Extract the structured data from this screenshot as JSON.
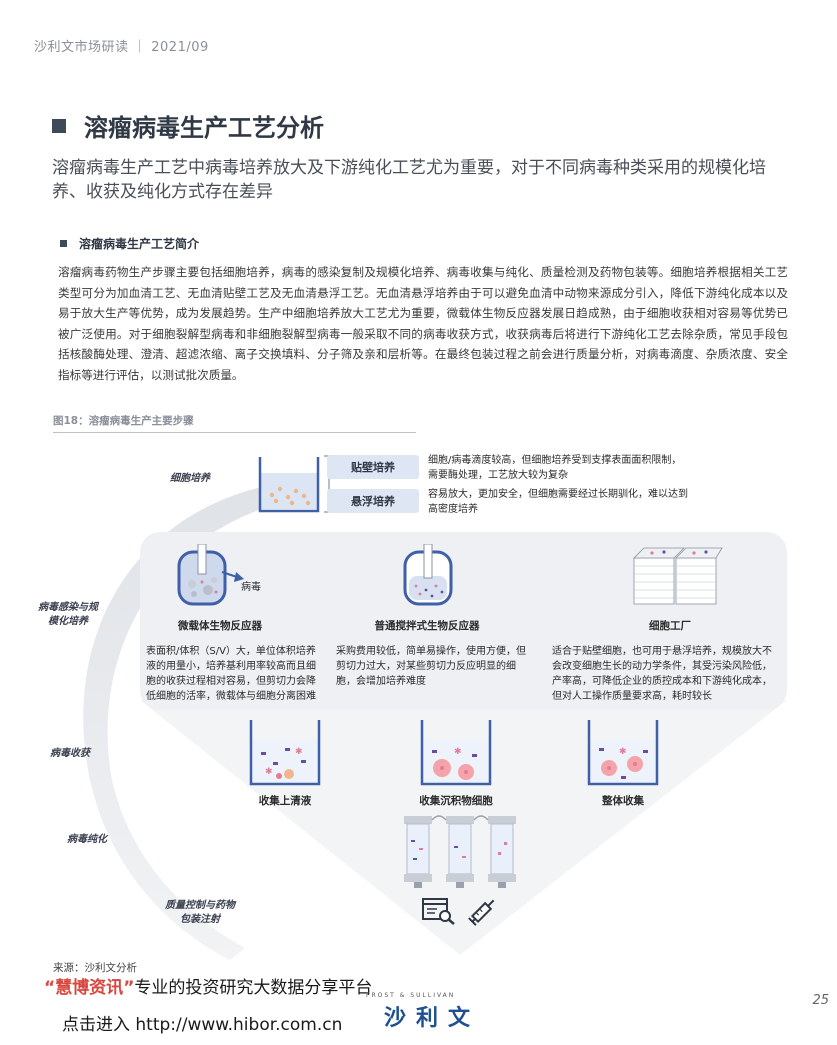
{
  "header": {
    "text": "沙利文市场研读 ｜ 2021/09"
  },
  "title": "溶瘤病毒生产工艺分析",
  "subtitle": "溶瘤病毒生产工艺中病毒培养放大及下游纯化工艺尤为重要，对于不同病毒种类采用的规模化培养、收获及纯化方式存在差异",
  "section": {
    "title": "溶瘤病毒生产工艺简介"
  },
  "body": "溶瘤病毒药物生产步骤主要包括细胞培养，病毒的感染复制及规模化培养、病毒收集与纯化、质量检测及药物包装等。细胞培养根据相关工艺类型可分为加血清工艺、无血清贴壁工艺及无血清悬浮工艺。无血清悬浮培养由于可以避免血清中动物来源成分引入，降低下游纯化成本以及易于放大生产等优势，成为发展趋势。生产中细胞培养放大工艺尤为重要，微载体生物反应器发展日趋成熟，由于细胞收获相对容易等优势已被广泛使用。对于细胞裂解型病毒和非细胞裂解型病毒一般采取不同的病毒收获方式，收获病毒后将进行下游纯化工艺去除杂质，常见手段包括核酸酶处理、澄清、超滤浓缩、离子交换填料、分子筛及亲和层析等。在最终包装过程之前会进行质量分析，对病毒滴度、杂质浓度、安全指标等进行评估，以测试批次质量。",
  "figure": {
    "caption": "图18：溶瘤病毒生产主要步骤",
    "stages": {
      "cell_culture": "细胞培养",
      "infection_a": "病毒感染与规",
      "infection_b": "模化培养",
      "harvest": "病毒收获",
      "purification": "病毒纯化",
      "qc_a": "质量控制与药物",
      "qc_b": "包装注射"
    },
    "culture": {
      "adherent_label": "贴壁培养",
      "suspension_label": "悬浮培养",
      "adherent_note": "细胞/病毒滴度较高，但细胞培养受到支撑表面面积限制，需要酶处理，工艺放大较为复杂",
      "suspension_note": "容易放大，更加安全，但细胞需要经过长期驯化，难以达到高密度培养"
    },
    "virus_label": "病毒",
    "reactors": [
      {
        "name": "微载体生物反应器",
        "note": "表面积/体积（S/V）大，单位体积培养液的用量小，培养基利用率较高而且细胞的收获过程相对容易，但剪切力会降低细胞的活率，微载体与细胞分离困难"
      },
      {
        "name": "普通搅拌式生物反应器",
        "note": "采购费用较低，简单易操作，使用方便，但剪切力过大，对某些剪切力反应明显的细胞，会增加培养难度"
      },
      {
        "name": "细胞工厂",
        "note": "适合于贴壁细胞，也可用于悬浮培养，规模放大不会改变细胞生长的动力学条件，其受污染风险低，产率高，可降低企业的质控成本和下游纯化成本，但对人工操作质量要求高，耗时较长"
      }
    ],
    "harvest": [
      "收集上清液",
      "收集沉积物细胞",
      "整体收集"
    ]
  },
  "source": "来源：沙利文分析",
  "promo": {
    "quote_open": "“",
    "brand": "慧博资讯",
    "quote_close": "”",
    "line1_rest": "专业的投资研究大数据分享平台",
    "line2": "点击进入 http://www.hibor.com.cn"
  },
  "logo": {
    "small": "FROST & SULLIVAN",
    "main": "沙利文"
  },
  "page_number": "25",
  "colors": {
    "dark": "#2f3845",
    "accent_blue": "#dde6f2",
    "panel": "#eef0f3",
    "liquid": "#cfd9ee",
    "brand_red": "#d8463e"
  }
}
